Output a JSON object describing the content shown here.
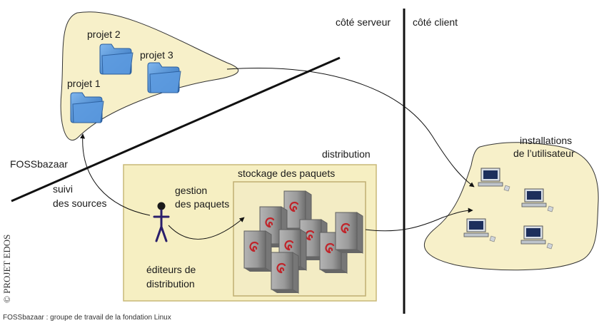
{
  "labels": {
    "server_side": "côté serveur",
    "client_side": "côté client",
    "project_2": "projet 2",
    "project_3": "projet 3",
    "project_1": "projet 1",
    "fossbazaar": "FOSSbazaar",
    "follow_sources_1": "suivi",
    "follow_sources_2": "des sources",
    "distribution": "distribution",
    "package_storage": "stockage des paquets",
    "package_management_1": "gestion",
    "package_management_2": "des paquets",
    "editors_1": "éditeurs de",
    "editors_2": "distribution",
    "user_installs_1": "installations",
    "user_installs_2": "de l’utilisateur"
  },
  "caption": "FOSSbazaar : groupe de travail de la fondation Linux",
  "credit": "© PROJET EDOS",
  "colors": {
    "blob_fill": "#f7f0c9",
    "distribution_fill": "#f6efc2",
    "box_stroke": "#c9b878",
    "folder": "#3f84cc",
    "server": "#8e8e8e",
    "swirl": "#c0242a",
    "person": "#2a1f6b",
    "line": "#111111"
  },
  "icons": {
    "folder": "folder-icon",
    "server": "debian-server-icon",
    "computer": "computer-icon",
    "person": "person-icon"
  }
}
